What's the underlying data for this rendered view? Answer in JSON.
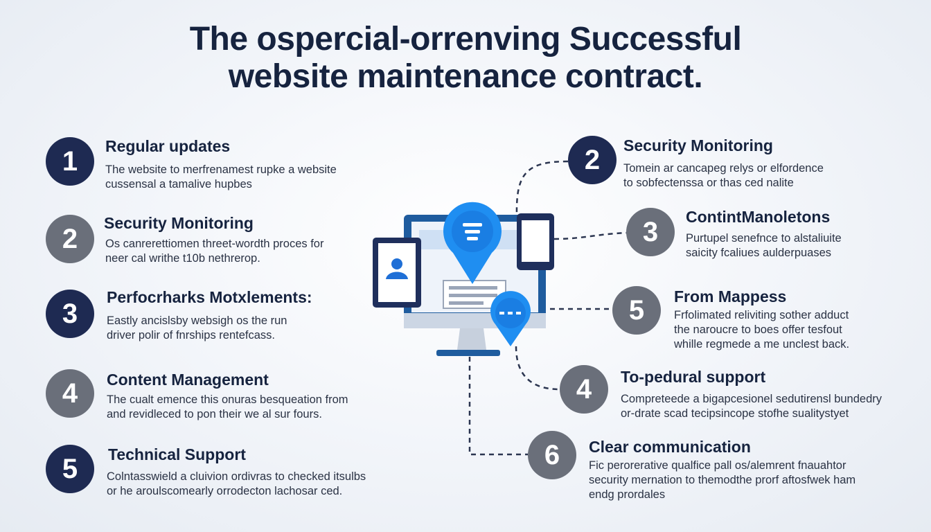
{
  "title": {
    "line1": "The ospercial-orrenving Successful",
    "line2": "website maintenance contract."
  },
  "left_items": [
    {
      "number": "1",
      "heading": "Regular updates",
      "lines": [
        "The website to merfrenamest rupke a website",
        "cussensal a tamalive hupbes"
      ]
    },
    {
      "number": "2",
      "heading": "Security Monitoring",
      "lines": [
        "Os canrerettiomen threet-wordth proces for",
        "neer cal writhe t10b nethrerop."
      ]
    },
    {
      "number": "3",
      "heading": "Perfocrharks Motxlements:",
      "lines": [
        "Eastly ancislsby websigh os the run",
        "driver polir of fnrships rentefcass."
      ]
    },
    {
      "number": "4",
      "heading": "Content Management",
      "lines": [
        "The cualt emence this onuras besqueation from",
        "and revidleced to pon their we al sur fours."
      ]
    },
    {
      "number": "5",
      "heading": "Technical Support",
      "lines": [
        "Colntasswield a cluivion ordivras to checked itsulbs",
        "or he aroulscomearly orrodecton lachosar ced."
      ]
    }
  ],
  "right_items": [
    {
      "number": "2",
      "heading": "Security Monitoring",
      "lines": [
        "Tomein ar cancapeg relys or elfordence",
        "to sobfectenssa or thas ced nalite"
      ]
    },
    {
      "number": "3",
      "heading": "ContintManoletons",
      "lines": [
        "Purtupel senefnce to alstaliuite",
        "saicity fcaliues aulderpuases"
      ]
    },
    {
      "number": "5",
      "heading": "From Mappess",
      "lines": [
        "Frfolimated reliviting sother adduct",
        "the naroucre to boes offer tesfout",
        "whille regmede a me unclest back."
      ]
    },
    {
      "number": "4",
      "heading": "To-pedural support",
      "lines": [
        "Compreteede a bigapcesionel sedutirensl bundedry",
        "or-drate scad tecipsincope stofhe sualitystyet"
      ]
    },
    {
      "number": "6",
      "heading": "Clear communication",
      "lines": [
        "Fic perorerative qualfice pall os/alemrent fnauahtor",
        "security mernation to themodthe prorf aftosfwek ham",
        "endg prordales"
      ]
    }
  ],
  "colors": {
    "navy": "#1e2a52",
    "gray": "#6a6f7a",
    "accent_blue": "#1f8ef1",
    "monitor_frame": "#1f5c9e",
    "device_dark": "#1f2f5c"
  },
  "icons": [
    "monitor-icon",
    "tablet-icon",
    "phone-icon",
    "user-icon",
    "menu-pin-icon",
    "chat-pin-icon"
  ]
}
